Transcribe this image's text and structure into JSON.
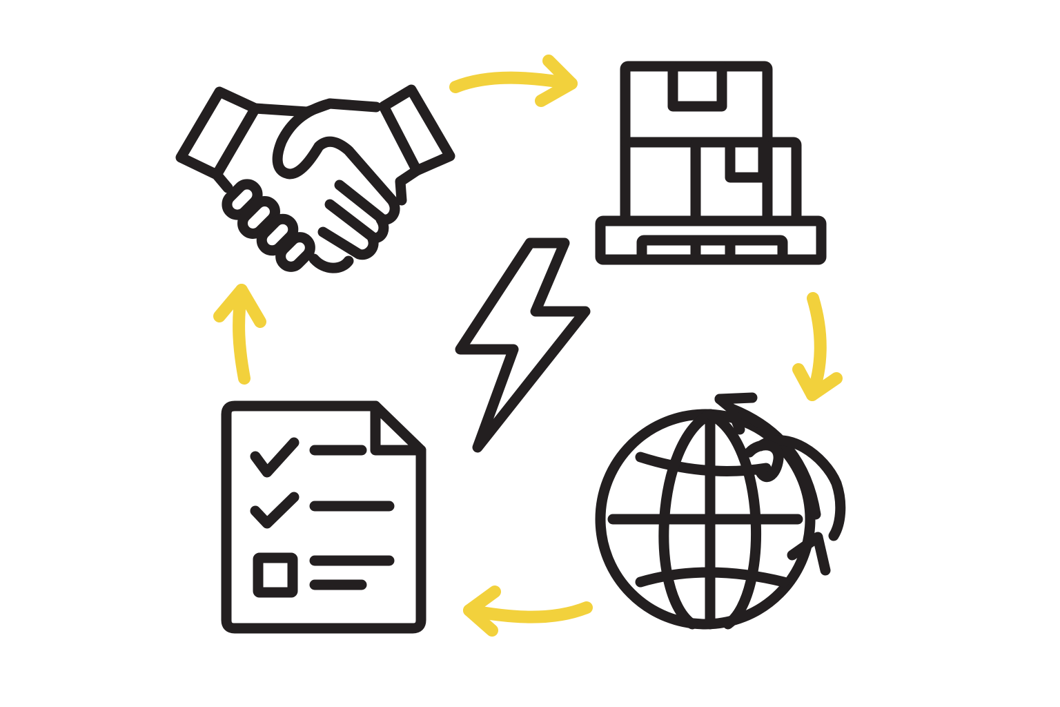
{
  "diagram": {
    "type": "cycle",
    "colors": {
      "icon_stroke": "#231f20",
      "arrow": "#f2d13c",
      "background": "#ffffff"
    },
    "nodes": [
      {
        "id": "agreement",
        "icon": "handshake-icon"
      },
      {
        "id": "shipment",
        "icon": "pallet-boxes-icon"
      },
      {
        "id": "global-distribution",
        "icon": "globe-arrows-icon"
      },
      {
        "id": "documentation",
        "icon": "checklist-document-icon"
      }
    ],
    "center": {
      "icon": "lightning-bolt-icon"
    },
    "connectors": [
      {
        "from": "agreement",
        "to": "shipment",
        "icon": "arrow-right-icon"
      },
      {
        "from": "shipment",
        "to": "global-distribution",
        "icon": "arrow-down-icon"
      },
      {
        "from": "global-distribution",
        "to": "documentation",
        "icon": "arrow-left-icon"
      },
      {
        "from": "documentation",
        "to": "agreement",
        "icon": "arrow-up-icon"
      }
    ]
  }
}
